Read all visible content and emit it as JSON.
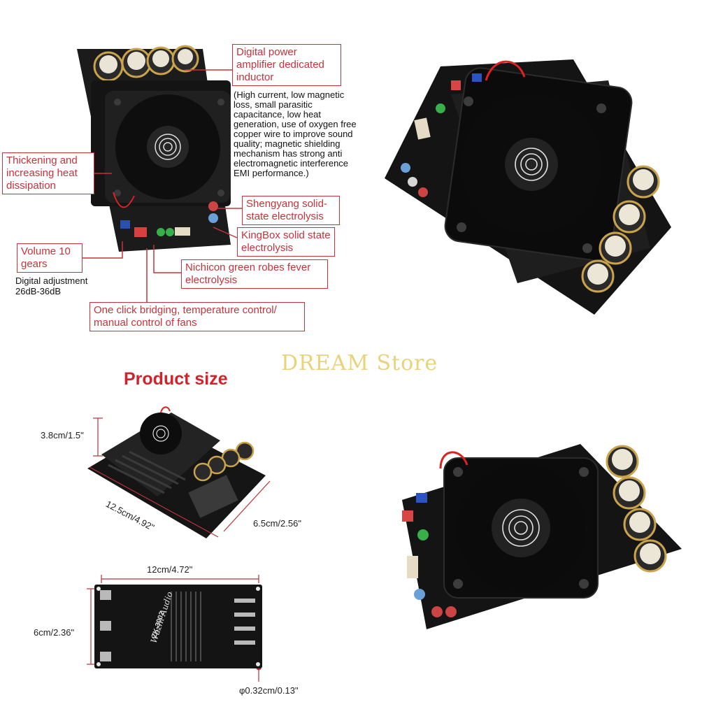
{
  "watermark": "DREAM Store",
  "top_left": {
    "inductor_title": "Digital power amplifier dedicated inductor",
    "inductor_desc": "(High current, low magnetic loss, small parasitic capacitance, low heat generation, use of oxygen free copper wire to improve sound quality; magnetic shielding mechanism has strong anti electromagnetic interference EMI performance.)",
    "heat": "Thickening and increasing heat dissipation",
    "shengyang": "Shengyang solid-state electrolysis",
    "kingbox": "KingBox solid state electrolysis",
    "volume": "Volume 10 gears",
    "digital_adjust": "Digital adjustment 26dB-36dB",
    "nichicon": "Nichicon green robes fever electrolysis",
    "bridging": "One click bridging, temperature control/ manual control of fans"
  },
  "product_size": {
    "title": "Product size",
    "height": "3.8cm/1.5\"",
    "length": "12.5cm/4.92\"",
    "width": "6.5cm/2.56\"",
    "pcb_length": "12cm/4.72\"",
    "pcb_width": "6cm/2.36\"",
    "hole": "φ0.32cm/0.13\"",
    "pcb_brand": "Wuzhi Audio",
    "pcb_model": "ZK-3002"
  },
  "colors": {
    "callout": "#c8323a",
    "title": "#d2232a",
    "watermark": "#e8d27a"
  }
}
